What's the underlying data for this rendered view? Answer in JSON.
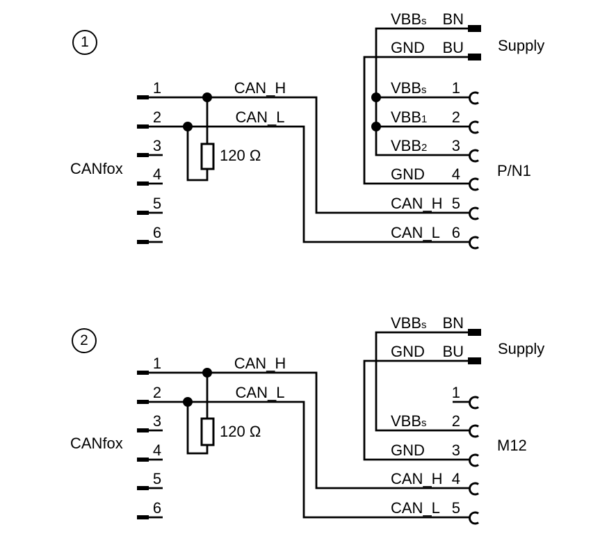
{
  "colors": {
    "background": "#ffffff",
    "line": "#000000"
  },
  "diagrams": [
    {
      "badge": "1",
      "device": {
        "label": "CANfox",
        "pins": [
          "1",
          "2",
          "3",
          "4",
          "5",
          "6"
        ]
      },
      "bus_labels": {
        "can_h": "CAN_H",
        "can_l": "CAN_L"
      },
      "resistor_value": "120 Ω",
      "supply_label": "Supply",
      "connector_label": "P/N1",
      "rows": [
        {
          "name": "VBB",
          "name_small": "s",
          "pin": "BN",
          "end": "terminal",
          "from": "vbb"
        },
        {
          "name": "GND",
          "name_small": "",
          "pin": "BU",
          "end": "terminal",
          "from": "gnd"
        },
        {
          "name": "VBB",
          "name_small": "s",
          "pin": "1",
          "end": "socket",
          "from": "vbb",
          "junction_dot": true
        },
        {
          "name": "VBB",
          "name_small": "1",
          "pin": "2",
          "end": "socket",
          "from": "vbb",
          "junction_dot": true
        },
        {
          "name": "VBB",
          "name_small": "2",
          "pin": "3",
          "end": "socket",
          "from": "vbb"
        },
        {
          "name": "GND",
          "name_small": "",
          "pin": "4",
          "end": "socket",
          "from": "gnd"
        },
        {
          "name": "CAN_H",
          "name_small": "",
          "pin": "5",
          "end": "socket",
          "from": "can_h"
        },
        {
          "name": "CAN_L",
          "name_small": "",
          "pin": "6",
          "end": "socket",
          "from": "can_l"
        }
      ]
    },
    {
      "badge": "2",
      "device": {
        "label": "CANfox",
        "pins": [
          "1",
          "2",
          "3",
          "4",
          "5",
          "6"
        ]
      },
      "bus_labels": {
        "can_h": "CAN_H",
        "can_l": "CAN_L"
      },
      "resistor_value": "120 Ω",
      "supply_label": "Supply",
      "connector_label": "M12",
      "rows": [
        {
          "name": "VBB",
          "name_small": "s",
          "pin": "BN",
          "end": "terminal",
          "from": "vbb"
        },
        {
          "name": "GND",
          "name_small": "",
          "pin": "BU",
          "end": "terminal",
          "from": "gnd"
        },
        {
          "name": "",
          "name_small": "",
          "pin": "1",
          "end": "socket",
          "from": "stub"
        },
        {
          "name": "VBB",
          "name_small": "s",
          "pin": "2",
          "end": "socket",
          "from": "vbb"
        },
        {
          "name": "GND",
          "name_small": "",
          "pin": "3",
          "end": "socket",
          "from": "gnd"
        },
        {
          "name": "CAN_H",
          "name_small": "",
          "pin": "4",
          "end": "socket",
          "from": "can_h"
        },
        {
          "name": "CAN_L",
          "name_small": "",
          "pin": "5",
          "end": "socket",
          "from": "can_l"
        }
      ]
    }
  ]
}
